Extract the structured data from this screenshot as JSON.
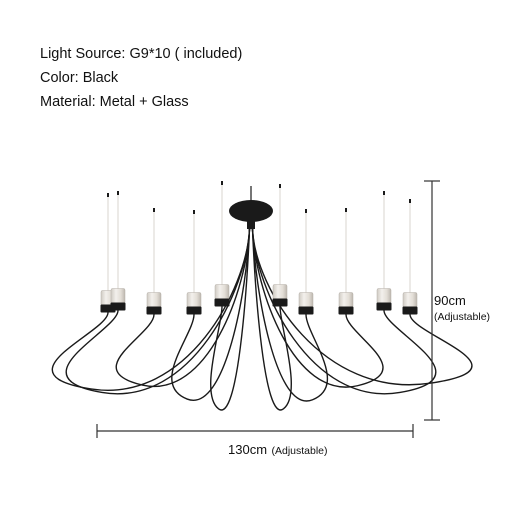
{
  "specs": {
    "light_source": "Light Source: G9*10 ( included)",
    "color": "Color: Black",
    "material": "Material: Metal + Glass"
  },
  "dimensions": {
    "height_value": "90cm",
    "height_note": "(Adjustable)",
    "width_value": "130cm",
    "width_note": "(Adjustable)"
  },
  "colors": {
    "metal": "#1a1a1a",
    "glass": "#e6e2dc",
    "dimension_line": "#333333"
  }
}
